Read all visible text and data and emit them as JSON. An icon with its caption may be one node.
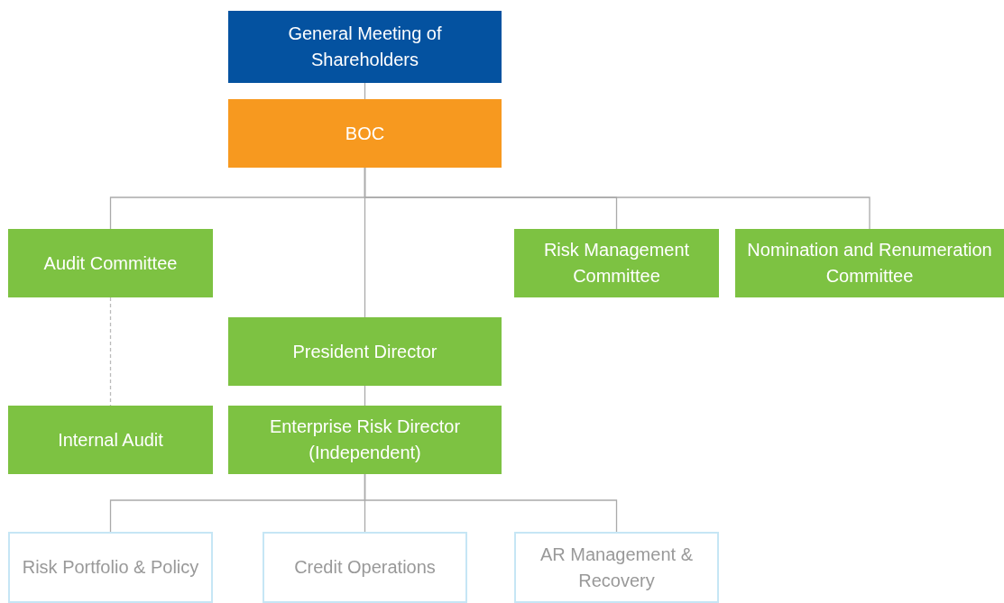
{
  "diagram": {
    "nodes": [
      {
        "text": [
          "General Meeting of Shareholders"
        ]
      },
      {
        "text": [
          "BOC"
        ]
      },
      {
        "text": [
          "Audit Committee"
        ]
      },
      {
        "text": [
          "Risk Management Committee"
        ]
      },
      {
        "text": [
          "Nomination and Renumeration Committee"
        ]
      },
      {
        "text": [
          "President Director"
        ]
      },
      {
        "text": [
          "Internal Audit"
        ]
      },
      {
        "text": [
          "Enterprise Risk Director (Independent)"
        ]
      },
      {
        "text": [
          "Risk Portfolio & Policy"
        ]
      },
      {
        "text": [
          "Credit Operations"
        ]
      },
      {
        "text": [
          "AR Management & Recovery"
        ]
      }
    ],
    "edges": [
      {
        "from": 0,
        "to": 1,
        "arrow": "none"
      },
      {
        "from": 1,
        "to": 2,
        "arrow": "none"
      },
      {
        "from": 1,
        "to": 3,
        "arrow": "none"
      },
      {
        "from": 1,
        "to": 4,
        "arrow": "none"
      },
      {
        "from": 1,
        "to": 5,
        "arrow": "none"
      },
      {
        "from": 2,
        "to": 6,
        "arrow": "none",
        "style": "dashed"
      },
      {
        "from": 5,
        "to": 7,
        "arrow": "none"
      },
      {
        "from": 7,
        "to": 8,
        "arrow": "none"
      },
      {
        "from": 7,
        "to": 9,
        "arrow": "none"
      },
      {
        "from": 7,
        "to": 10,
        "arrow": "none"
      }
    ]
  }
}
